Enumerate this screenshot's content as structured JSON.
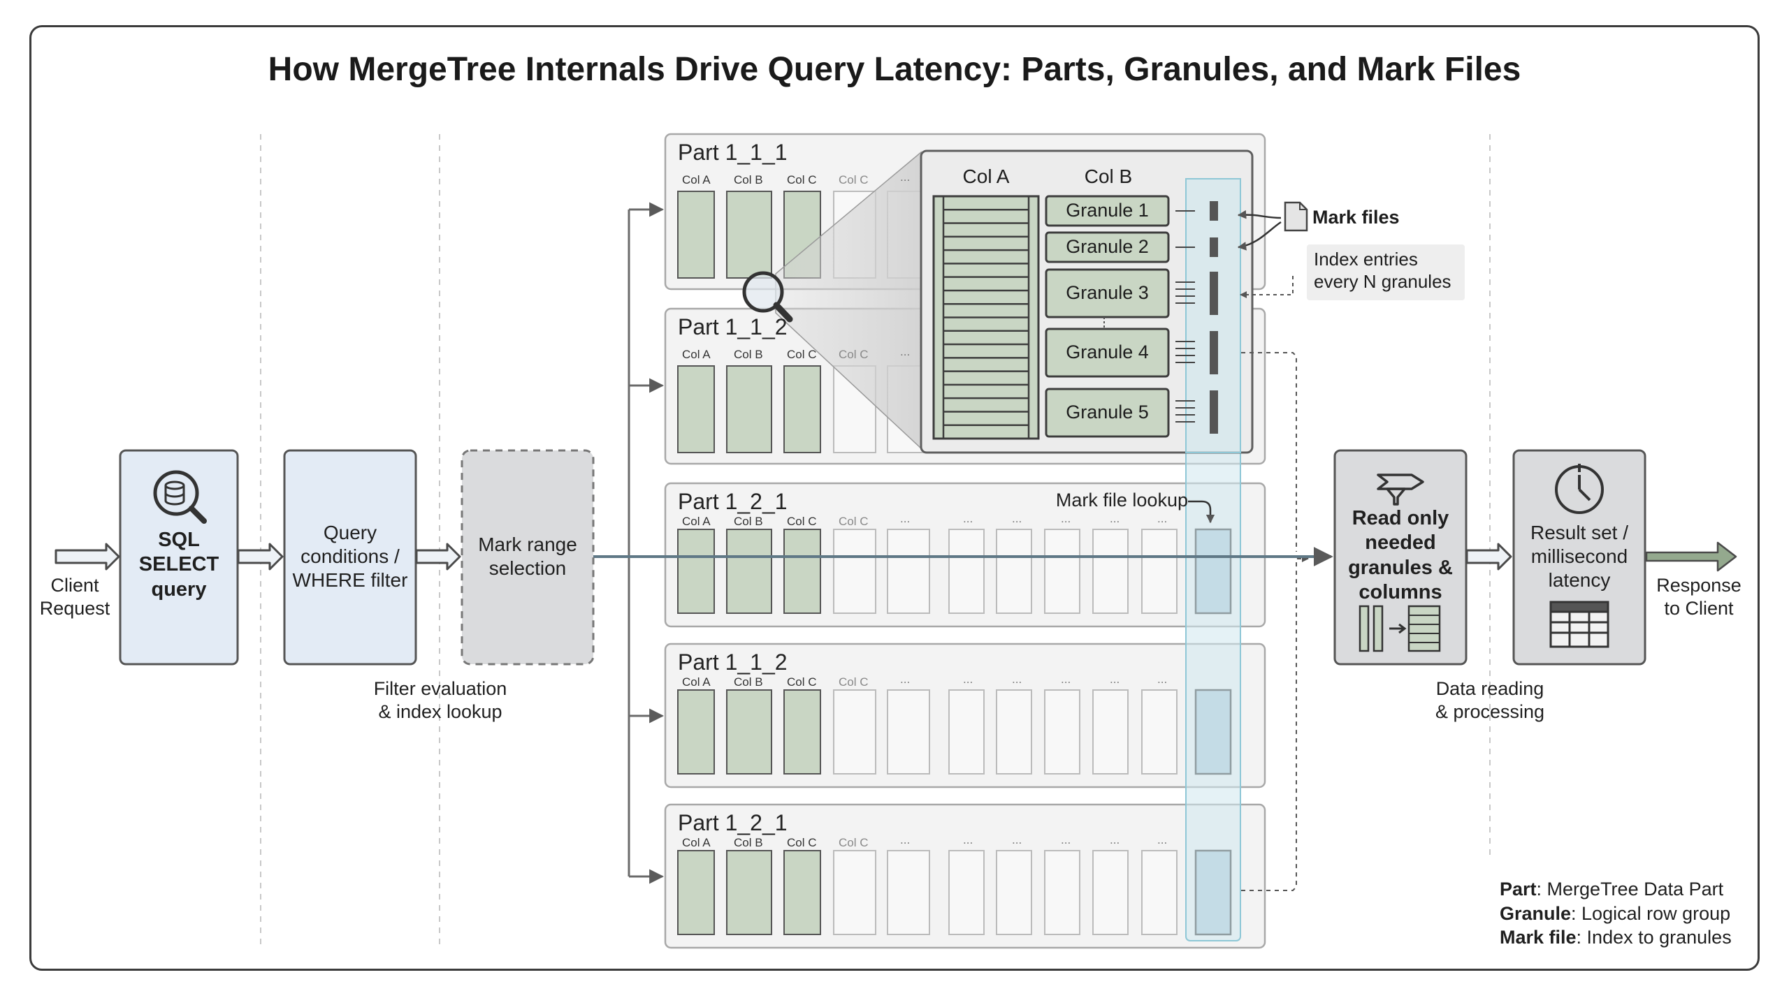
{
  "title": "How MergeTree Internals Drive Query Latency: Parts, Granules, and Mark Files",
  "flow": {
    "client_request": "Client\nRequest",
    "sql_query": "SQL\nSELECT\nquery",
    "where_filter": "Query\nconditions /\nWHERE filter",
    "mark_range": "Mark range\nselection",
    "read_needed": "Read only\nneeded\ngranules &\ncolumns",
    "result_set": "Result set /\nmillisecond\nlatency",
    "response": "Response\nto Client"
  },
  "captions": {
    "filter_eval": "Filter evaluation\n& index lookup",
    "data_reading": "Data reading\n& processing",
    "mark_file_lookup": "Mark file lookup"
  },
  "parts": [
    {
      "label": "Part 1_1_1"
    },
    {
      "label": "Part 1_1_2"
    },
    {
      "label": "Part 1_2_1"
    },
    {
      "label": "Part 1_1_2"
    },
    {
      "label": "Part 1_2_1"
    }
  ],
  "column_labels": {
    "a": "Col A",
    "b": "Col B",
    "c": "Col C",
    "more": "..."
  },
  "zoom": {
    "col_a": "Col A",
    "col_b": "Col B",
    "granules": [
      "Granule 1",
      "Granule 2",
      "Granule 3",
      "Granule 4",
      "Granule 5"
    ]
  },
  "mark_files": {
    "label": "Mark files",
    "note": "Index entries\nevery N granules"
  },
  "legend": [
    {
      "term": "Part",
      "definition": ": MergeTree Data Part"
    },
    {
      "term": "Granule",
      "definition": ": Logical row group"
    },
    {
      "term": "Mark file",
      "definition": ": Index to granules"
    }
  ],
  "colors": {
    "box_blue": "#e3ebf5",
    "box_gray": "#dadbdd",
    "column_green": "#c9d6c4",
    "mark_highlight": "#cfe8ee",
    "mark_block": "#b7cfdc",
    "line": "#5a5a5a"
  },
  "icons": [
    "database-search-icon",
    "filter-icon",
    "stopwatch-icon",
    "table-icon",
    "document-icon",
    "magnifier-icon"
  ]
}
